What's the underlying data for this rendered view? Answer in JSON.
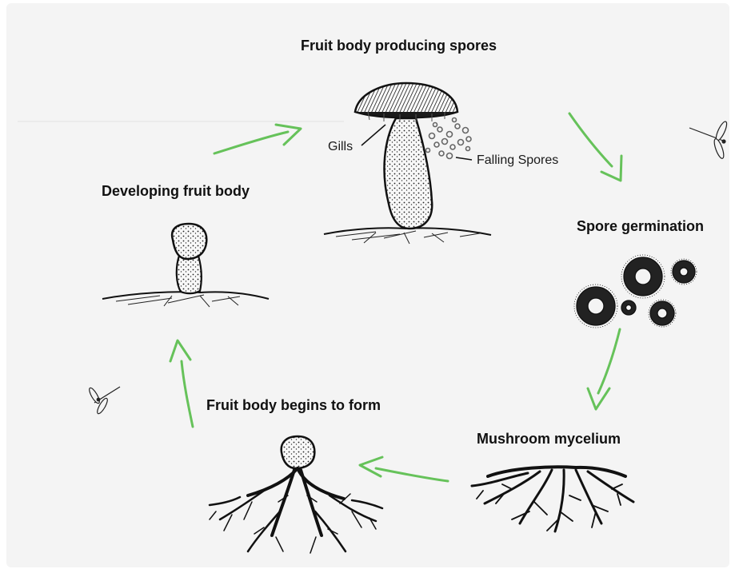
{
  "title": "",
  "stages": {
    "fruit_body_spores": "Fruit body producing spores",
    "spore_germination": "Spore germination",
    "mycelium": "Mushroom mycelium",
    "begins_to_form": "Fruit body begins to form",
    "developing": "Developing fruit body"
  },
  "callouts": {
    "gills": "Gills",
    "falling_spores": "Falling Spores"
  },
  "colors": {
    "arrow": "#66c25a",
    "ink": "#111111",
    "background": "#f4f4f4"
  },
  "icons": [
    "mushroom-icon",
    "spore-cluster-icon",
    "mycelium-icon",
    "dragonfly-icon"
  ]
}
